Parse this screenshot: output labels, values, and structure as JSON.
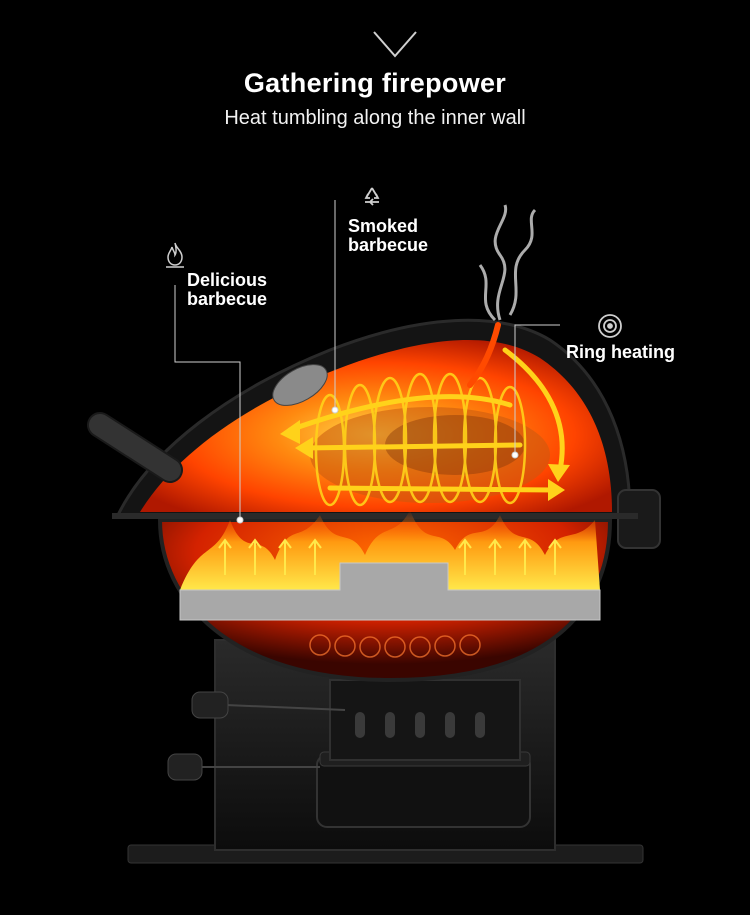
{
  "header": {
    "title": "Gathering firepower",
    "subtitle": "Heat tumbling along the inner wall"
  },
  "callouts": [
    {
      "icon": "flame-icon",
      "line1": "Delicious",
      "line2": "barbecue"
    },
    {
      "icon": "recycle-icon",
      "line1": "Smoked",
      "line2": "barbecue"
    },
    {
      "icon": "concentric-rings-icon",
      "line1": "Ring heating"
    }
  ],
  "colors": {
    "background": "#000000",
    "heat_orange": "#ff5a00",
    "heat_yellow": "#ffd21a",
    "grill_body": "#1a1a1a",
    "grate": "#a8a8a8"
  }
}
